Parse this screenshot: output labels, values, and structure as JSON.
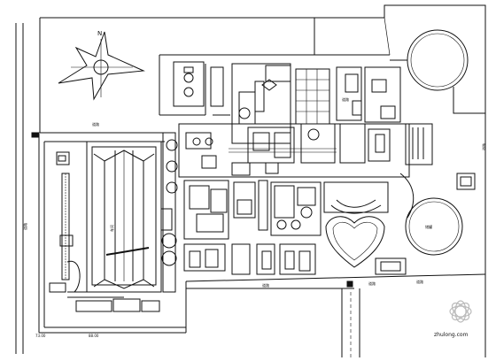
{
  "drawing": {
    "road_label_top": "道路",
    "road_label_bottom_left": "道路",
    "road_label_bottom_mid": "道路",
    "road_label_bottom_right": "道路",
    "road_label_left": "道路",
    "road_label_right": "道路",
    "road_label_center": "道路",
    "dim_left": "73.00",
    "dim_mid": "88.00",
    "tank_label_right": "储罐",
    "hall_label": "车间",
    "compass_label": "N"
  },
  "watermark": {
    "text": "zhulong.com"
  }
}
